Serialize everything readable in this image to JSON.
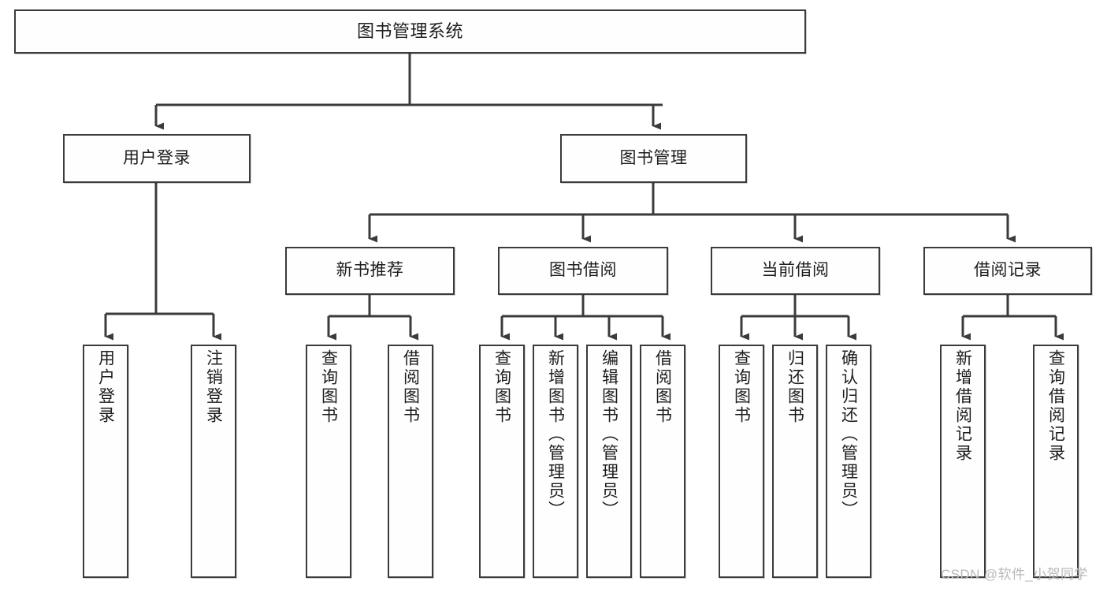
{
  "diagram": {
    "title": "图书管理系统",
    "type": "功能结构图",
    "colors": {
      "box_border": "#3b3b3b",
      "box_fill": "#fefefe",
      "connector": "#3b3b3b",
      "text": "#1d1d1f",
      "watermark": "#b9b9b9"
    },
    "root": {
      "label": "图书管理系统"
    },
    "level2": [
      {
        "label": "用户登录"
      },
      {
        "label": "图书管理"
      }
    ],
    "level3": [
      {
        "label": "新书推荐"
      },
      {
        "label": "图书借阅"
      },
      {
        "label": "当前借阅"
      },
      {
        "label": "借阅记录"
      }
    ],
    "leaves": {
      "user_login": [
        {
          "label": "用户登录"
        },
        {
          "label": "注销登录"
        }
      ],
      "new_book_recommend": [
        {
          "label": "查询图书"
        },
        {
          "label": "借阅图书"
        }
      ],
      "book_borrow": [
        {
          "label": "查询图书"
        },
        {
          "label": "新增图书（管理员）"
        },
        {
          "label": "编辑图书（管理员）"
        },
        {
          "label": "借阅图书"
        }
      ],
      "current_borrow": [
        {
          "label": "查询图书"
        },
        {
          "label": "归还图书"
        },
        {
          "label": "确认归还（管理员）"
        }
      ],
      "borrow_record": [
        {
          "label": "新增借阅记录"
        },
        {
          "label": "查询借阅记录"
        }
      ]
    },
    "watermark": "CSDN @软件_小贺同学"
  }
}
